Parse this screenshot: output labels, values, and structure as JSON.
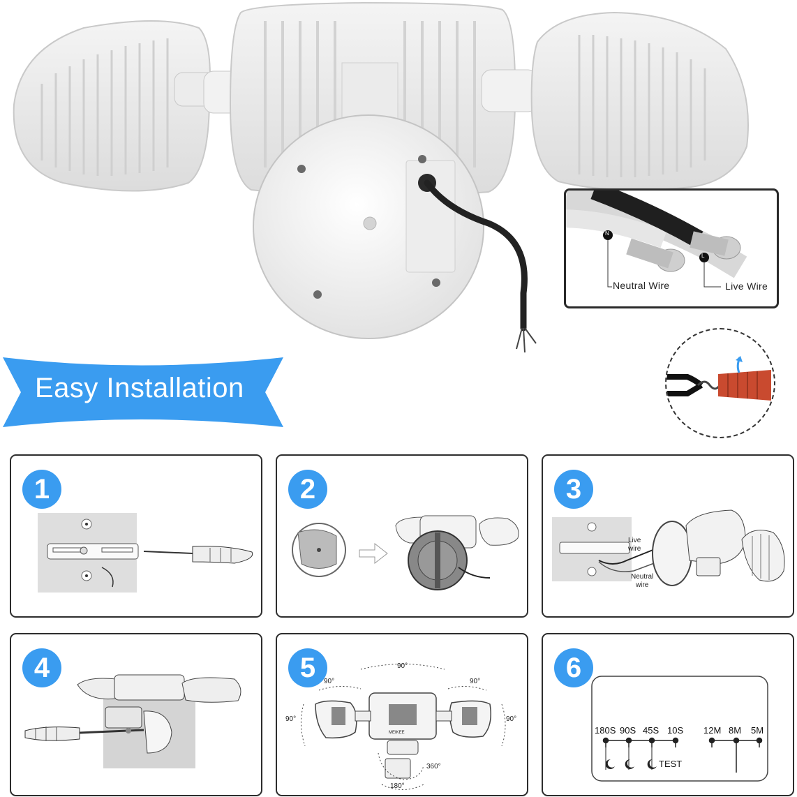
{
  "banner": {
    "title": "Easy Installation",
    "color": "#3a9cf0"
  },
  "wire_inset": {
    "neutral_badge": "N",
    "live_badge": "L",
    "neutral_label": "Neutral Wire",
    "live_label": "Live Wire"
  },
  "steps": [
    {
      "number": "1"
    },
    {
      "number": "2"
    },
    {
      "number": "3",
      "live_label_line1": "Live",
      "live_label_line2": "wire",
      "neutral_label_line1": "Neutral",
      "neutral_label_line2": "wire"
    },
    {
      "number": "4"
    },
    {
      "number": "5",
      "angle_top": "90°",
      "angle_left_top": "90°",
      "angle_right_top": "90°",
      "angle_left_side": "90°",
      "angle_right_side": "90°",
      "angle_rotate": "360°",
      "angle_bottom": "180°",
      "brand": "MEIKEE"
    },
    {
      "number": "6",
      "time_settings": [
        "180S",
        "90S",
        "45S",
        "10S"
      ],
      "test_label": "TEST",
      "range_settings": [
        "12M",
        "8M",
        "5M"
      ]
    }
  ],
  "colors": {
    "accent": "#3a9cf0",
    "wire_nut": "#c94a2f",
    "frame": "#2d2d2d"
  }
}
